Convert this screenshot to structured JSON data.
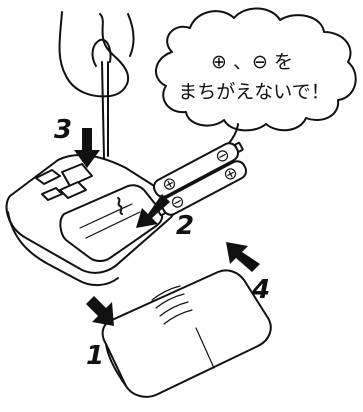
{
  "speech_bubble": {
    "line1": "⊕ 、⊖ を",
    "line2": "まちがえないで！"
  },
  "steps": {
    "step1": "1",
    "step2": "2",
    "step3": "3",
    "step4": "4"
  },
  "battery_terminals": {
    "plus": "⊕",
    "minus": "⊖"
  },
  "colors": {
    "ink": "#111111",
    "background": "#ffffff"
  }
}
